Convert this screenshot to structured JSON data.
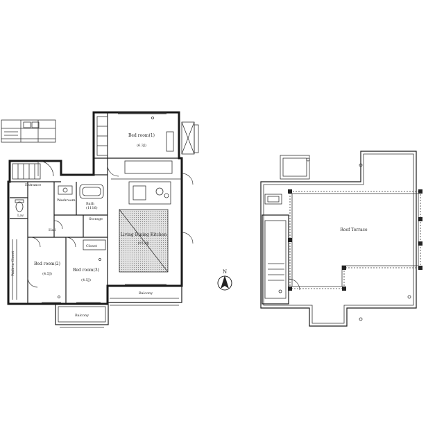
{
  "floor_plan": {
    "rooms": {
      "bedroom1": {
        "name": "Bed room(1)",
        "size": "(6.3J)"
      },
      "bedroom2": {
        "name": "Bed room(2)",
        "size": "(4.5J)"
      },
      "bedroom3": {
        "name": "Bed room(3)",
        "size": "(4.5J)"
      },
      "ldk": {
        "name": "Living Dining Kitchen",
        "size": "(15.0J)"
      },
      "entrance": {
        "name": "Entrance"
      },
      "hall": {
        "name": "Hall"
      },
      "bath": {
        "name": "Bath",
        "size": "(1116)"
      },
      "storage": {
        "name": "Storage"
      },
      "closet": {
        "name": "Closet"
      },
      "lav": {
        "name": "Lav."
      },
      "walkin": {
        "name": "Walk-in Closet"
      },
      "washroom": {
        "name": "Washroom"
      }
    },
    "balconies": {
      "upper": "Balcony",
      "lower": "Balcony"
    },
    "roof": {
      "terrace": "Roof Terrace"
    },
    "compass": {
      "label": "N"
    }
  }
}
